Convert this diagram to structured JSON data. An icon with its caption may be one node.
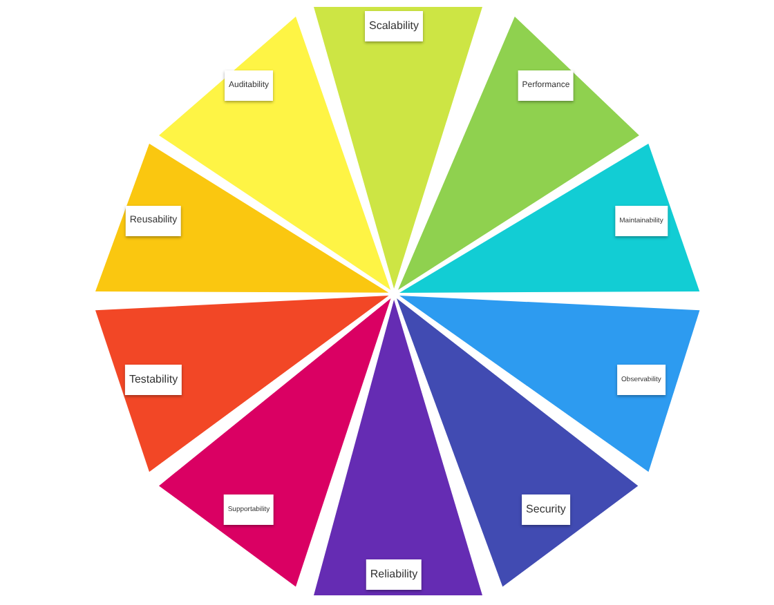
{
  "diagram": {
    "nodes": [
      {
        "text": [
          "Scalability"
        ]
      },
      {
        "text": [
          "Performance"
        ]
      },
      {
        "text": [
          "Maintainability"
        ]
      },
      {
        "text": [
          "Observability"
        ]
      },
      {
        "text": [
          "Security"
        ]
      },
      {
        "text": [
          "Reliability"
        ]
      },
      {
        "text": [
          "Supportability"
        ]
      },
      {
        "text": [
          "Testability"
        ]
      },
      {
        "text": [
          "Reusability"
        ]
      },
      {
        "text": [
          "Auditability"
        ]
      }
    ]
  }
}
